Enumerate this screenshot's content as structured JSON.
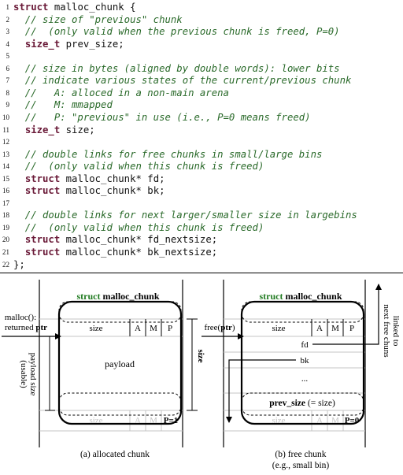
{
  "code": {
    "lines": [
      {
        "num": "1",
        "parts": [
          {
            "t": "kw",
            "s": "struct"
          },
          {
            "t": "n",
            "s": " malloc_chunk {"
          }
        ]
      },
      {
        "num": "2",
        "parts": [
          {
            "t": "cm",
            "s": "  // size of \"previous\" chunk"
          }
        ]
      },
      {
        "num": "3",
        "parts": [
          {
            "t": "cm",
            "s": "  //  (only valid when the previous chunk is freed, P=0)"
          }
        ]
      },
      {
        "num": "4",
        "parts": [
          {
            "t": "n",
            "s": "  "
          },
          {
            "t": "kw",
            "s": "size_t"
          },
          {
            "t": "n",
            "s": " prev_size;"
          }
        ]
      },
      {
        "num": "5",
        "parts": []
      },
      {
        "num": "6",
        "parts": [
          {
            "t": "cm",
            "s": "  // size in bytes (aligned by double words): lower bits"
          }
        ]
      },
      {
        "num": "7",
        "parts": [
          {
            "t": "cm",
            "s": "  // indicate various states of the current/previous chunk"
          }
        ]
      },
      {
        "num": "8",
        "parts": [
          {
            "t": "cm",
            "s": "  //   A: alloced in a non-main arena"
          }
        ]
      },
      {
        "num": "9",
        "parts": [
          {
            "t": "cm",
            "s": "  //   M: mmapped"
          }
        ]
      },
      {
        "num": "10",
        "parts": [
          {
            "t": "cm",
            "s": "  //   P: \"previous\" in use (i.e., P=0 means freed)"
          }
        ]
      },
      {
        "num": "11",
        "parts": [
          {
            "t": "n",
            "s": "  "
          },
          {
            "t": "kw",
            "s": "size_t"
          },
          {
            "t": "n",
            "s": " size;"
          }
        ]
      },
      {
        "num": "12",
        "parts": []
      },
      {
        "num": "13",
        "parts": [
          {
            "t": "cm",
            "s": "  // double links for free chunks in small/large bins"
          }
        ]
      },
      {
        "num": "14",
        "parts": [
          {
            "t": "cm",
            "s": "  //  (only valid when this chunk is freed)"
          }
        ]
      },
      {
        "num": "15",
        "parts": [
          {
            "t": "n",
            "s": "  "
          },
          {
            "t": "kw",
            "s": "struct"
          },
          {
            "t": "n",
            "s": " malloc_chunk* fd;"
          }
        ]
      },
      {
        "num": "16",
        "parts": [
          {
            "t": "n",
            "s": "  "
          },
          {
            "t": "kw",
            "s": "struct"
          },
          {
            "t": "n",
            "s": " malloc_chunk* bk;"
          }
        ]
      },
      {
        "num": "17",
        "parts": []
      },
      {
        "num": "18",
        "parts": [
          {
            "t": "cm",
            "s": "  // double links for next larger/smaller size in largebins"
          }
        ]
      },
      {
        "num": "19",
        "parts": [
          {
            "t": "cm",
            "s": "  //  (only valid when this chunk is freed)"
          }
        ]
      },
      {
        "num": "20",
        "parts": [
          {
            "t": "n",
            "s": "  "
          },
          {
            "t": "kw",
            "s": "struct"
          },
          {
            "t": "n",
            "s": " malloc_chunk* fd_nextsize;"
          }
        ]
      },
      {
        "num": "21",
        "parts": [
          {
            "t": "n",
            "s": "  "
          },
          {
            "t": "kw",
            "s": "struct"
          },
          {
            "t": "n",
            "s": " malloc_chunk* bk_nextsize;"
          }
        ]
      },
      {
        "num": "22",
        "parts": [
          {
            "t": "n",
            "s": "};"
          }
        ]
      }
    ]
  },
  "colors": {
    "keyword": "#6a1a38",
    "comment": "#2a6a2a",
    "struct_label": "#1f7a1f",
    "box_stroke": "#000000",
    "cell_grey": "#bdbdbd"
  },
  "diagram": {
    "allocated": {
      "struct_kw": "struct",
      "struct_name": "malloc_chunk",
      "caller_line1": "malloc():",
      "caller_line2_pre": "returned ",
      "caller_line2_ptr": "ptr",
      "size_label": "size",
      "flag_a": "A",
      "flag_m": "M",
      "flag_p": "P",
      "payload": "payload",
      "payload_size_line1": "payload size",
      "payload_size_line2": "(usable)",
      "size_axis": "size",
      "next_size": "size",
      "next_a": "A",
      "next_m": "M",
      "next_p": "P=1",
      "caption": "(a) allocated chunk"
    },
    "free": {
      "struct_kw": "struct",
      "struct_name": "malloc_chunk",
      "caller_pre": "free(",
      "caller_ptr": "ptr",
      "caller_post": ")",
      "size_label": "size",
      "flag_a": "A",
      "flag_m": "M",
      "flag_p": "P",
      "fd": "fd",
      "bk": "bk",
      "ellipsis": "...",
      "prev_size_bold": "prev_size",
      "prev_size_rest": " (= size)",
      "next_size": "size",
      "next_a": "A",
      "next_m": "M",
      "next_p": "P=0",
      "linked_line1": "linked to",
      "linked_line2": "next free chuns",
      "caption_line1": "(b) free chunk",
      "caption_line2": "(e.g., small bin)"
    }
  }
}
